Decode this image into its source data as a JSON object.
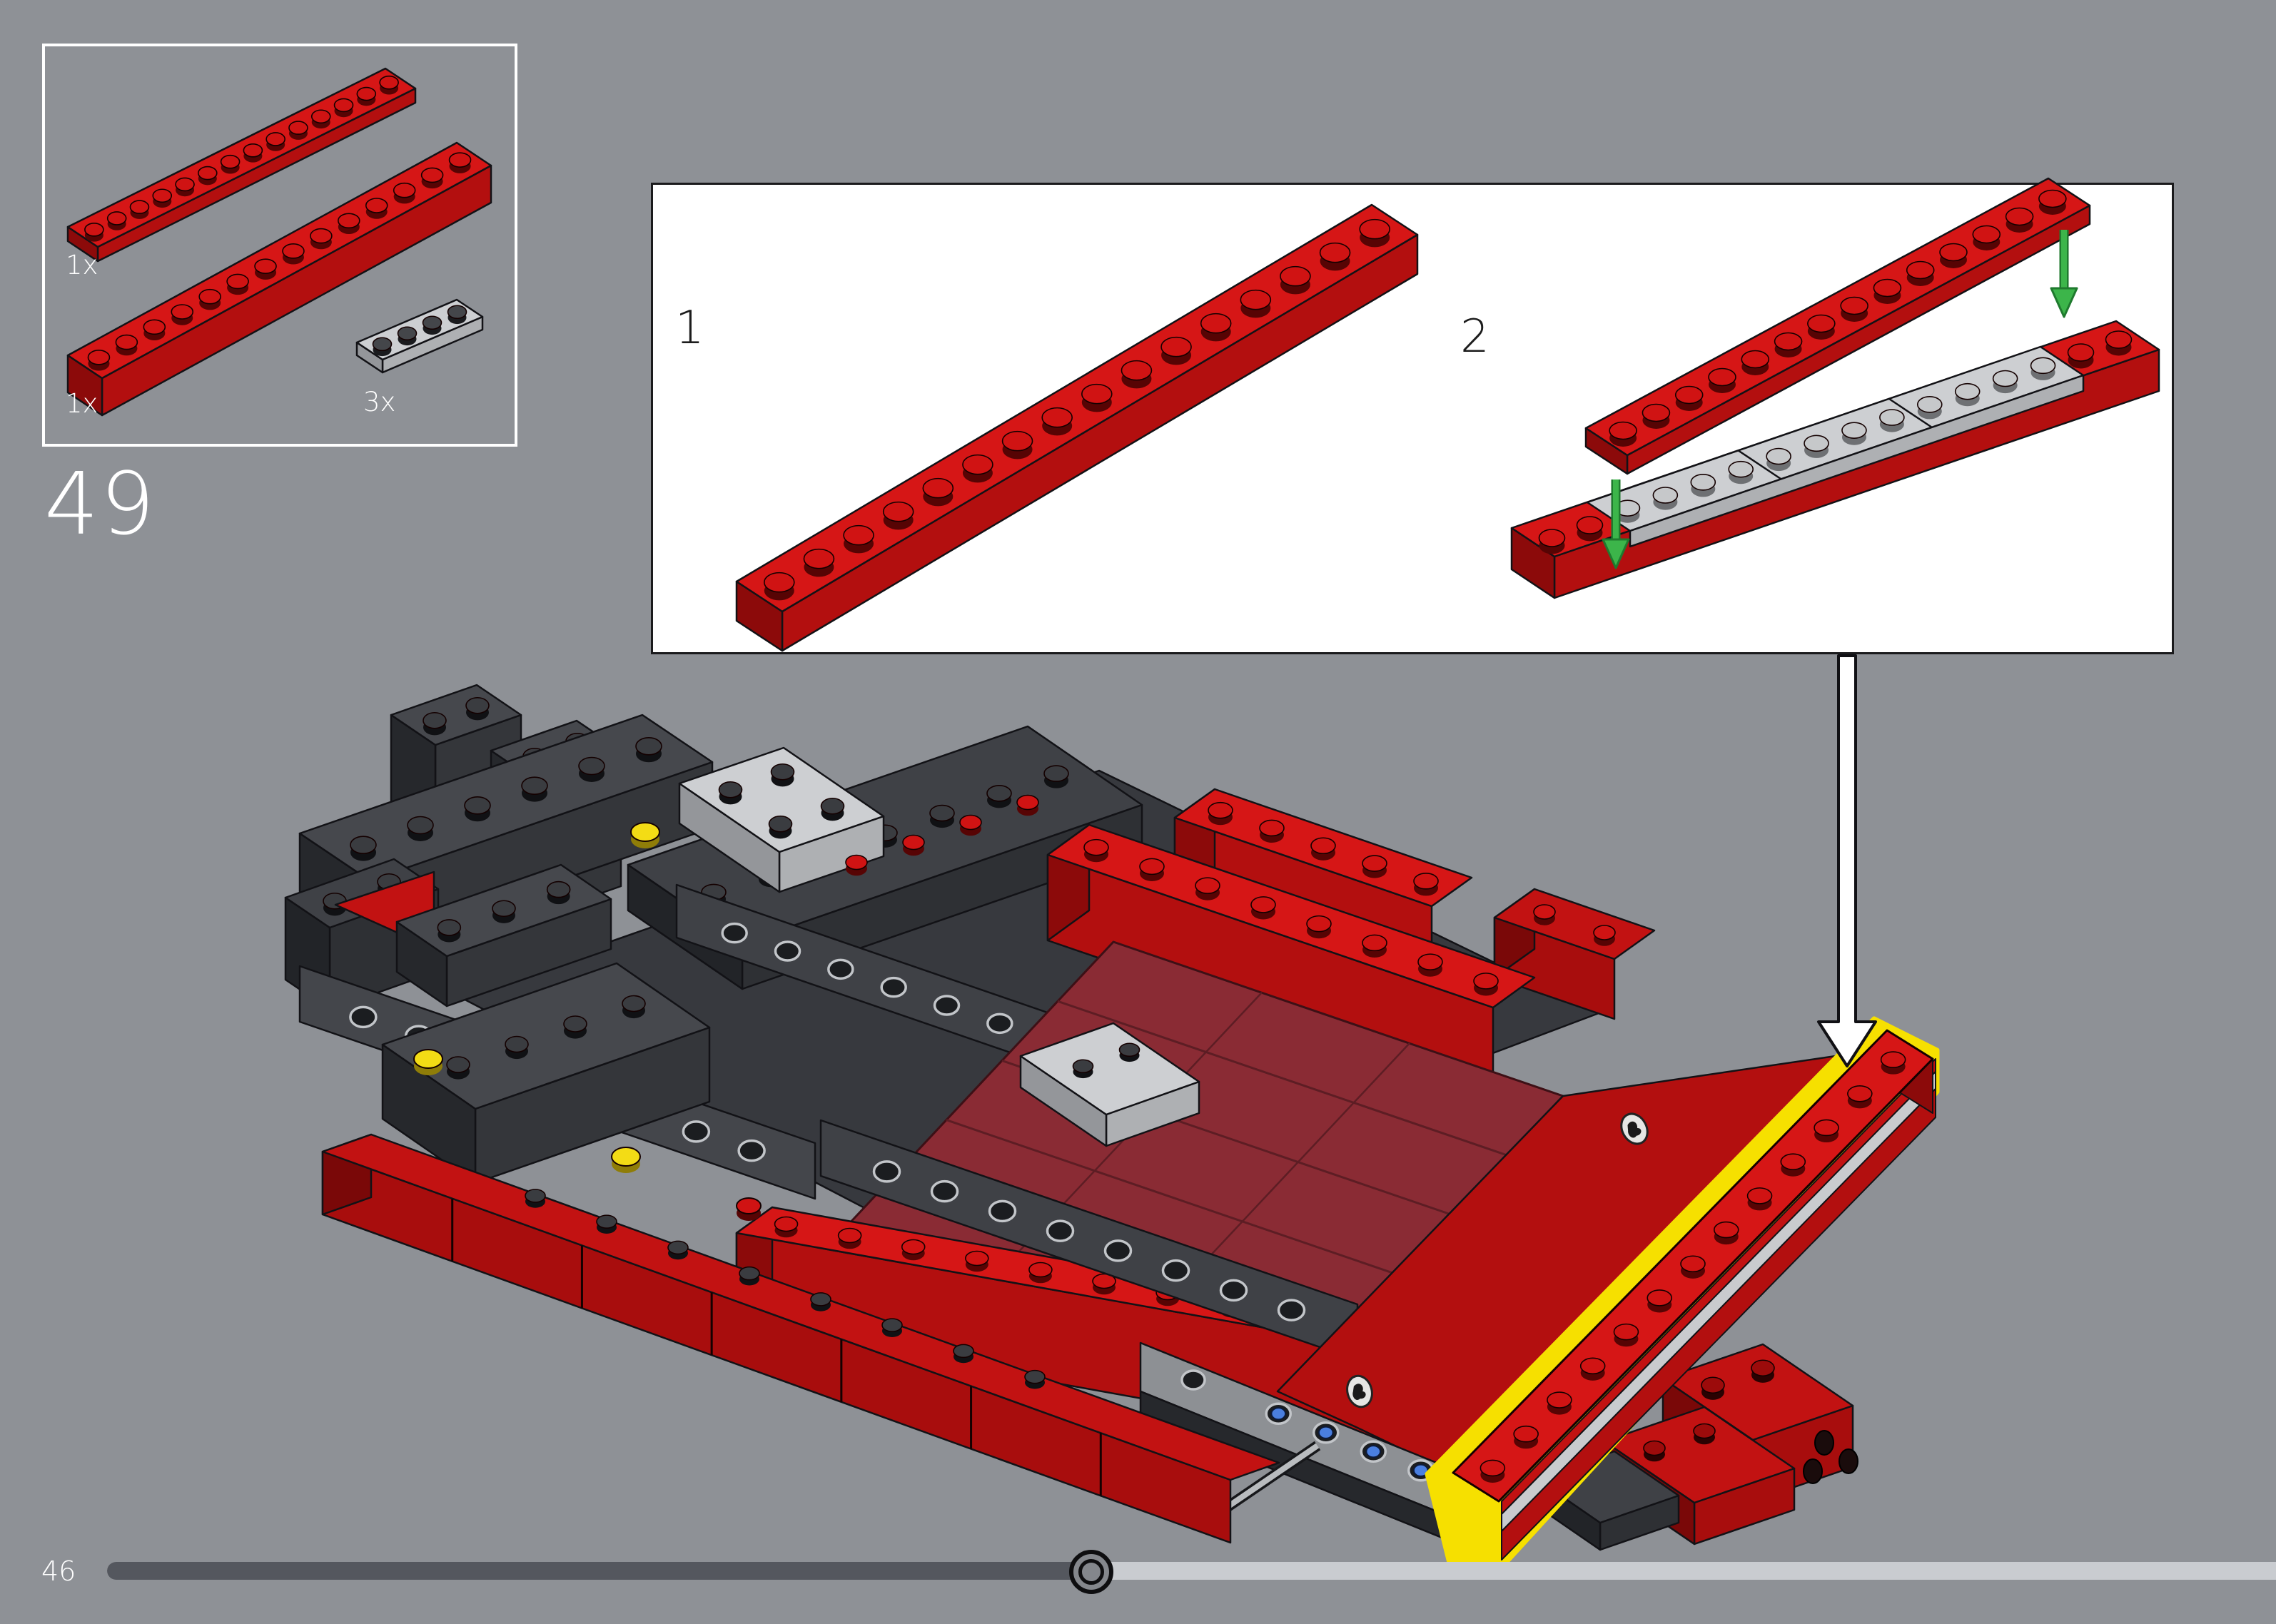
{
  "background_color": "#8e9196",
  "step_number": "49",
  "parts_panel": {
    "items": [
      {
        "qty": "1x",
        "piece": "red-plate-1x14"
      },
      {
        "qty": "1x",
        "piece": "red-brick-1x14"
      },
      {
        "qty": "3x",
        "piece": "light-gray-plate-1x4"
      }
    ]
  },
  "callout": {
    "background": "#ffffff",
    "border_color": "#1a1a1c",
    "substeps": [
      {
        "label": "1",
        "piece": "red-brick-1x16"
      },
      {
        "label": "2",
        "piece": "red-plate-1x14-onto-gray-plates-and-red-brick"
      }
    ]
  },
  "model": {
    "viewport": "lego-chassis-3d-view",
    "highlight_color": "#f6e000",
    "placement_arrow": "white-down-arrow"
  },
  "footer": {
    "page_number": "46",
    "progress_percent": 45
  },
  "colors": {
    "red": "#d61616",
    "dark_red": "#8c0a0a",
    "maroon_bed": "#8a2b34",
    "dark_gray_brick": "#46484d",
    "light_gray_plate": "#cdcfd2",
    "yellow_highlight": "#f6e000",
    "yellow_stud": "#f3dc15",
    "green_arrow": "#3cb54a",
    "blue_pin": "#4a7fe0",
    "bar_filled": "#54575e",
    "bar_track": "#c9ccd0"
  }
}
